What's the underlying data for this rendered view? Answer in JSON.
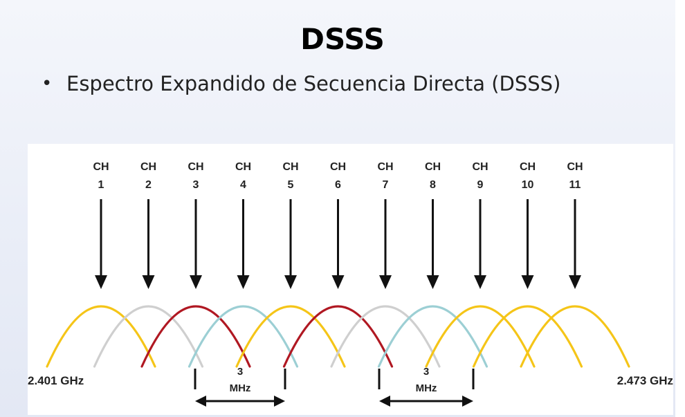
{
  "slide": {
    "title": "DSSS",
    "bullet": "Espectro Expandido de Secuencia Directa (DSSS)"
  },
  "diagram": {
    "channel_prefix": "CH",
    "channels": [
      {
        "num": "1",
        "color": "#f5c518"
      },
      {
        "num": "2",
        "color": "#cfcfcf"
      },
      {
        "num": "3",
        "color": "#b01822"
      },
      {
        "num": "4",
        "color": "#9ccfd4"
      },
      {
        "num": "5",
        "color": "#f5c518"
      },
      {
        "num": "6",
        "color": "#b01822"
      },
      {
        "num": "7",
        "color": "#cfcfcf"
      },
      {
        "num": "8",
        "color": "#9ccfd4"
      },
      {
        "num": "9",
        "color": "#f5c518"
      },
      {
        "num": "10",
        "color": "#f5c518"
      },
      {
        "num": "11",
        "color": "#f5c518"
      }
    ],
    "freq_start": "2.401 GHz",
    "freq_end": "2.473 GHz",
    "gap_labels": [
      {
        "value": "3",
        "unit": "MHz"
      },
      {
        "value": "3",
        "unit": "MHz"
      }
    ]
  }
}
